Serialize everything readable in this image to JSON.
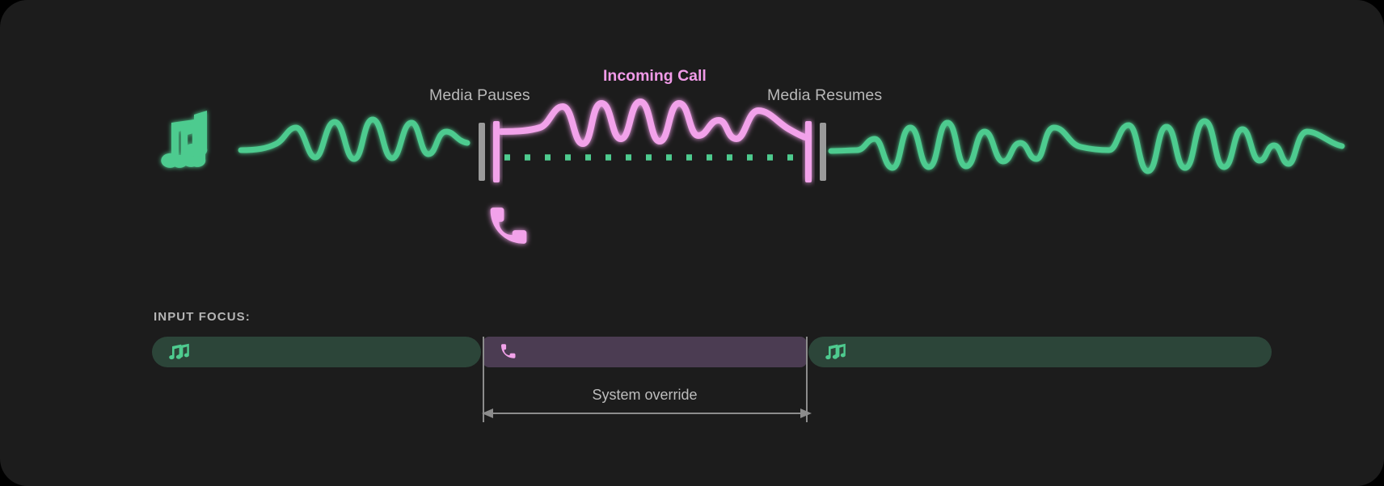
{
  "theme": {
    "background": "#000000",
    "card_background": "#1c1c1c",
    "media_accent": "#4ecb8f",
    "call_accent": "#f2a2ea",
    "marker_gray": "#9a9a9a",
    "label_gray": "#b8b8b8",
    "media_bar_fill": "#2c4539",
    "call_bar_fill": "#4b3c52"
  },
  "timeline": {
    "music_icon": "music-notes-icon",
    "phone_icon": "phone-handset-icon",
    "labels": {
      "media_pauses": "Media Pauses",
      "incoming_call": "Incoming Call",
      "media_resumes": "Media Resumes"
    },
    "markers": {
      "pause_marker_gray": "pause-marker",
      "pause_marker_pink": "call-start-marker",
      "resume_marker_pink": "call-end-marker",
      "resume_marker_gray": "resume-marker"
    }
  },
  "input_focus": {
    "label": "INPUT FOCUS:",
    "segments": [
      {
        "id": "media-1",
        "icon": "music-notes-icon",
        "owner": "media",
        "label": ""
      },
      {
        "id": "call",
        "icon": "phone-handset-icon",
        "owner": "call",
        "label": ""
      },
      {
        "id": "media-2",
        "icon": "music-notes-icon",
        "owner": "media",
        "label": ""
      }
    ],
    "override_caption": "System override"
  },
  "chart_data": {
    "type": "line",
    "title": "Incoming Call",
    "xlabel": "",
    "ylabel": "",
    "annotations": [
      "Media Pauses",
      "Incoming Call",
      "Media Resumes",
      "System override",
      "INPUT FOCUS:"
    ],
    "series": [
      {
        "name": "Media audio (before call)",
        "color": "#4ecb8f",
        "x_range": [
          300,
          570
        ],
        "description": "green waveform, moderate amplitude, fades into pause marker"
      },
      {
        "name": "Call audio",
        "color": "#f2a2ea",
        "x_range": [
          612,
          1000
        ],
        "description": "pink waveform, high amplitude, spans the call duration"
      },
      {
        "name": "Media ducked (dotted)",
        "color": "#4ecb8f",
        "x_range": [
          612,
          1000
        ],
        "description": "dotted flat green line at baseline while media is paused"
      },
      {
        "name": "Media audio (after call)",
        "color": "#4ecb8f",
        "x_range": [
          1040,
          1575
        ],
        "description": "green waveform resumes, full amplitude"
      }
    ],
    "events": [
      {
        "label": "Media Pauses",
        "x": 600
      },
      {
        "label": "Incoming Call",
        "x": 806
      },
      {
        "label": "Media Resumes",
        "x": 1020
      }
    ]
  }
}
